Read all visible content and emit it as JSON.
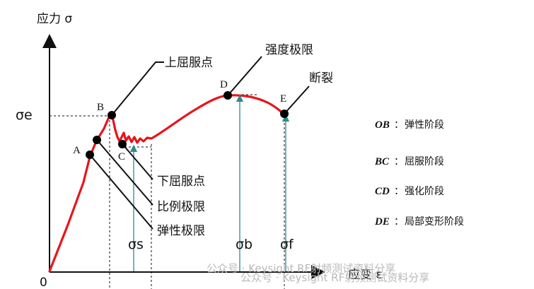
{
  "axes": {
    "y_label": "应力 σ",
    "origin_label": "0",
    "x_label": "应变 ε"
  },
  "points": {
    "A": "A",
    "B": "B",
    "C": "C",
    "D": "D",
    "E": "E"
  },
  "callouts": {
    "upper_yield": "上屈服点",
    "strength_limit": "强度极限",
    "fracture": "断裂",
    "lower_yield": "下屈服点",
    "proportional_limit": "比例极限",
    "elastic_limit": "弹性极限"
  },
  "stress_labels": {
    "sigma_e": "σe",
    "sigma_s": "σs",
    "sigma_b": "σb",
    "sigma_f": "σf"
  },
  "legend": [
    {
      "key": "OB",
      "sep": "：",
      "text": "弹性阶段"
    },
    {
      "key": "BC",
      "sep": "：",
      "text": "屈服阶段"
    },
    {
      "key": "CD",
      "sep": "：",
      "text": "强化阶段"
    },
    {
      "key": "DE",
      "sep": "：",
      "text": "局部变形阶段"
    }
  ],
  "watermark": {
    "line1": "公众号 · Keysight RF射频测试资料分享",
    "line2": "公众号 · Keysight RF射频测试资料分享"
  },
  "colors": {
    "curve": "#e8141c",
    "arrow": "#2e8b8b",
    "ink": "#111111",
    "watermark": "#b9b9b9"
  }
}
